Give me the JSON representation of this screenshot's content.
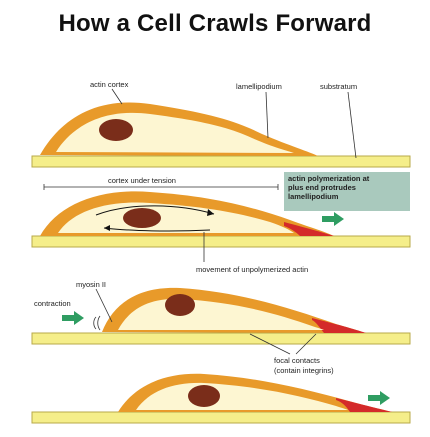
{
  "title": "How a Cell Crawls Forward",
  "labels": {
    "actin_cortex": "actin cortex",
    "lamellipodium": "lamellipodium",
    "substratum": "substratum",
    "cortex_under_tension": "cortex under tension",
    "actin_polymerization": {
      "line1": "actin polymerization at",
      "line2": "plus end protrudes",
      "line3": "lamellipodium"
    },
    "movement_unpolymerized_actin": "movement of unpolymerized actin",
    "myosin_ii": "myosin II",
    "contraction": "contraction",
    "focal_contacts": "focal contacts",
    "contain_integrins": "(contain integrins)"
  },
  "colors": {
    "cortex_orange": "#e89a2a",
    "cytoplasm_cream": "#fdf6d2",
    "nucleus": "#7a2d1a",
    "substrate_yellow": "#f5ee8a",
    "actin_red": "#d42a2a",
    "arrow_green": "#2f9d62",
    "label_box": "#a9c9bd"
  },
  "icons": [
    "arrow-right-icon"
  ]
}
